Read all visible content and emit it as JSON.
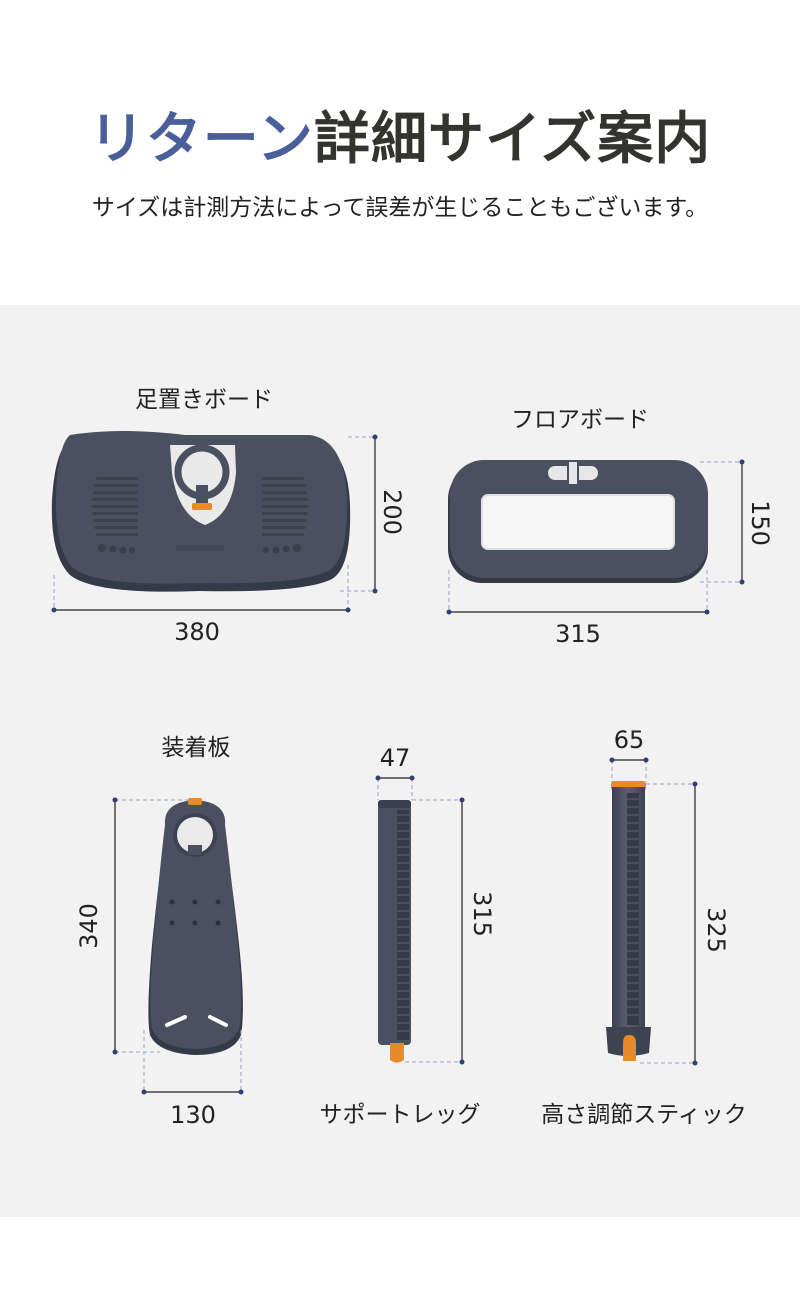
{
  "header": {
    "title_accent": "リターン",
    "title_rest": "詳細サイズ案内",
    "subtitle": "サイズは計測方法によって誤差が生じることもございます。"
  },
  "products": {
    "footrest": {
      "name": "足置きボード",
      "width": "380",
      "height": "200"
    },
    "floor": {
      "name": "フロアボード",
      "width": "315",
      "height": "150"
    },
    "plate": {
      "name": "装着板",
      "width": "130",
      "height": "340"
    },
    "leg": {
      "name": "サポートレッグ",
      "width": "47",
      "height": "315"
    },
    "stick": {
      "name": "高さ調節スティック",
      "width": "65",
      "height": "325"
    }
  },
  "colors": {
    "accent": "#4a5f9a",
    "body": "#4b5060",
    "orange": "#e8892a",
    "guide": "#9aa3c8",
    "dot": "#2f3f7a"
  }
}
